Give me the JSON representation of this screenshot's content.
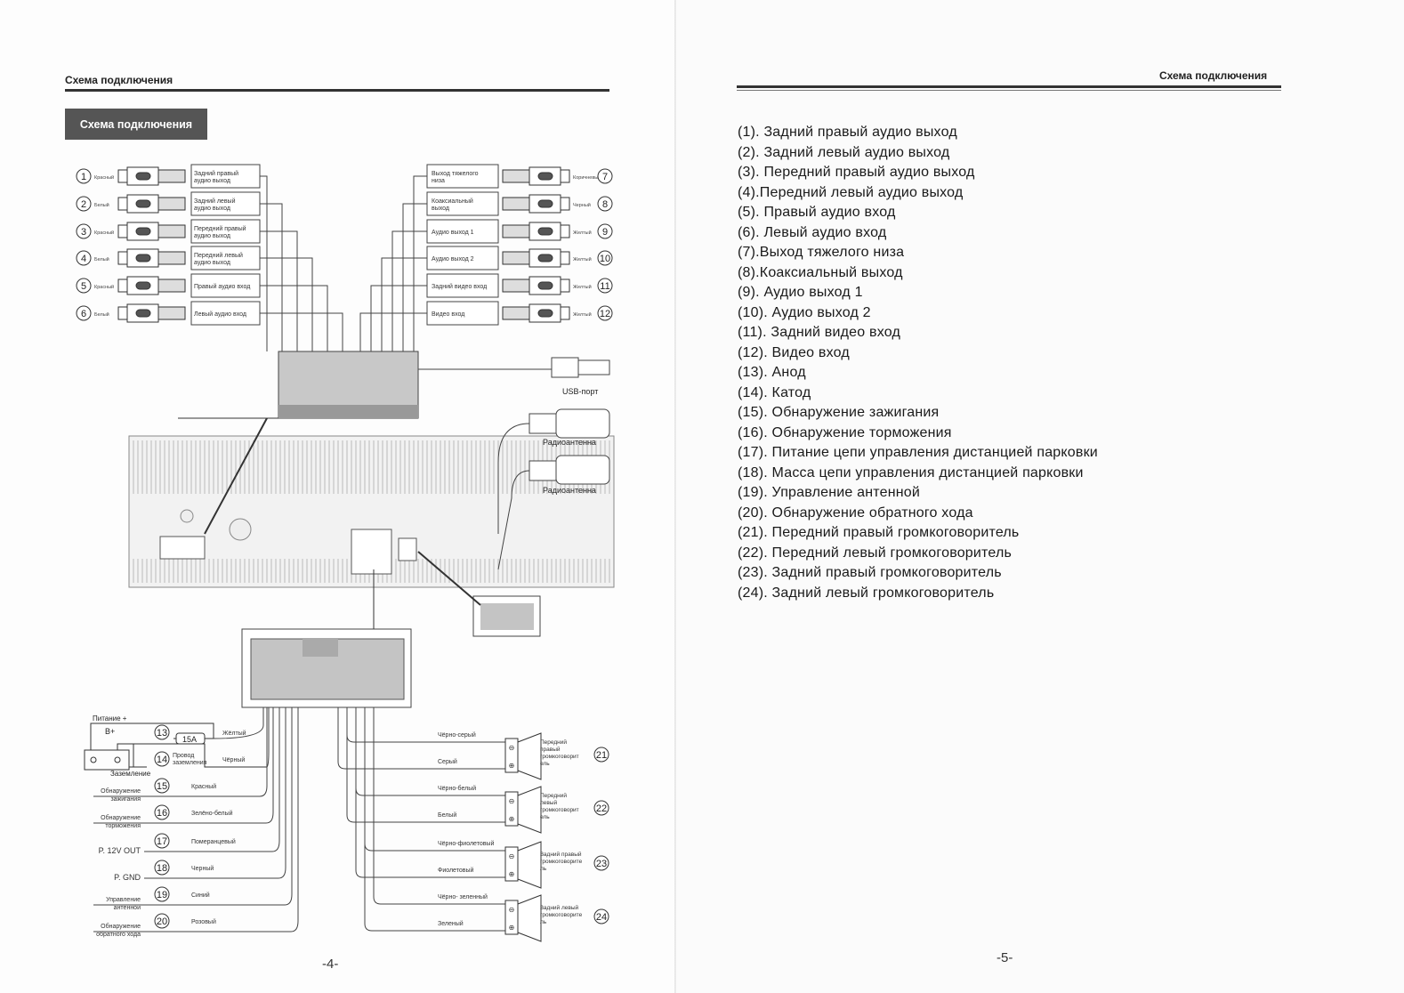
{
  "left_page": {
    "header": "Схема подключения",
    "section_title": "Схема подключения",
    "page_number": "-4-",
    "left_connectors": [
      {
        "num": "1",
        "color": "Красный",
        "label": [
          "Задний правый",
          "аудио выход"
        ]
      },
      {
        "num": "2",
        "color": "Белый",
        "label": [
          "Задний левый",
          "аудио выход"
        ]
      },
      {
        "num": "3",
        "color": "Красный",
        "label": [
          "Передний правый",
          "аудио выход"
        ]
      },
      {
        "num": "4",
        "color": "Белый",
        "label": [
          "Передний левый",
          "аудио выход"
        ]
      },
      {
        "num": "5",
        "color": "Красный",
        "label": [
          "Правый аудио вход"
        ]
      },
      {
        "num": "6",
        "color": "Белый",
        "label": [
          "Левый аудио вход"
        ]
      }
    ],
    "right_connectors": [
      {
        "num": "7",
        "color": "Коричневый",
        "label": [
          "Выход тяжелого",
          "низа"
        ]
      },
      {
        "num": "8",
        "color": "Черный",
        "label": [
          "Коаксиальный",
          "выход"
        ]
      },
      {
        "num": "9",
        "color": "Желтый",
        "label": [
          "Аудио выход 1"
        ]
      },
      {
        "num": "10",
        "color": "Желтый",
        "label": [
          "Аудио выход 2"
        ]
      },
      {
        "num": "11",
        "color": "Желтый",
        "label": [
          "Задний видео вход"
        ]
      },
      {
        "num": "12",
        "color": "Желтый",
        "label": [
          "Видео вход"
        ]
      }
    ],
    "usb_label": "USB-порт",
    "antenna_label_1": "Радиоантенна",
    "antenna_label_2": "Радиоантенна",
    "power": {
      "label": "Питание +",
      "bplus": "B+",
      "fuse": "15A",
      "ground": "Заземление"
    },
    "wires": [
      {
        "num": "13",
        "color": "Жёлтый",
        "label": []
      },
      {
        "num": "14",
        "color": "Чёрный",
        "label": [],
        "side": [
          "Провод",
          "заземления"
        ]
      },
      {
        "num": "15",
        "color": "Красный",
        "label": [
          "Обнаружение",
          "зажигания"
        ]
      },
      {
        "num": "16",
        "color": "Зелёно-белый",
        "label": [
          "Обнаружение",
          "торможения"
        ]
      },
      {
        "num": "17",
        "color": "Померанцевый",
        "label": [
          "P. 12V  OUT"
        ]
      },
      {
        "num": "18",
        "color": "Черный",
        "label": [
          "P. GND"
        ]
      },
      {
        "num": "19",
        "color": "Синий",
        "label": [
          "Управление",
          "антенной"
        ]
      },
      {
        "num": "20",
        "color": "Розовый",
        "label": [
          "Обнаружение",
          "обратного хода"
        ]
      }
    ],
    "speakers": [
      {
        "num": "21",
        "neg": "Чёрно-серый",
        "pos": "Серый",
        "label": [
          "Передний",
          "правый",
          "громкоговорит",
          "ель"
        ]
      },
      {
        "num": "22",
        "neg": "Чёрно-белый",
        "pos": "Белый",
        "label": [
          "Передний",
          "левый",
          "громкоговорит",
          "ель"
        ]
      },
      {
        "num": "23",
        "neg": "Чёрно-фиолетовый",
        "pos": "Фиолетовый",
        "label": [
          "Задний правый",
          "громкоговорите",
          "ль"
        ]
      },
      {
        "num": "24",
        "neg": "Чёрно- зеленный",
        "pos": "Зеленый",
        "label": [
          "Задний левый",
          "громкоговорите",
          "ль"
        ]
      }
    ]
  },
  "right_page": {
    "header": "Схема подключения",
    "page_number": "-5-",
    "items": [
      "(1). Задний правый аудио выход",
      "(2). Задний левый аудио выход",
      "(3). Передний правый аудио выход",
      "(4).Передний левый аудио выход",
      "(5). Правый аудио вход",
      "(6). Левый аудио вход",
      "(7).Выход тяжелого низа",
      "(8).Коаксиальный выход",
      "(9). Аудио выход 1",
      "(10). Аудио выход 2",
      "(11). Задний видео вход",
      "(12). Видео вход",
      "(13). Анод",
      "(14). Катод",
      "(15). Обнаружение зажигания",
      "(16). Обнаружение торможения",
      "(17). Питание цепи управления дистанцией парковки",
      "(18). Масса цепи управления дистанцией парковки",
      "(19). Управление антенной",
      "(20). Обнаружение обратного хода",
      "(21). Передний правый громкоговоритель",
      "(22). Передний левый громкоговоритель",
      "(23). Задний правый громкоговоритель",
      "(24). Задний левый громкоговоритель"
    ]
  }
}
